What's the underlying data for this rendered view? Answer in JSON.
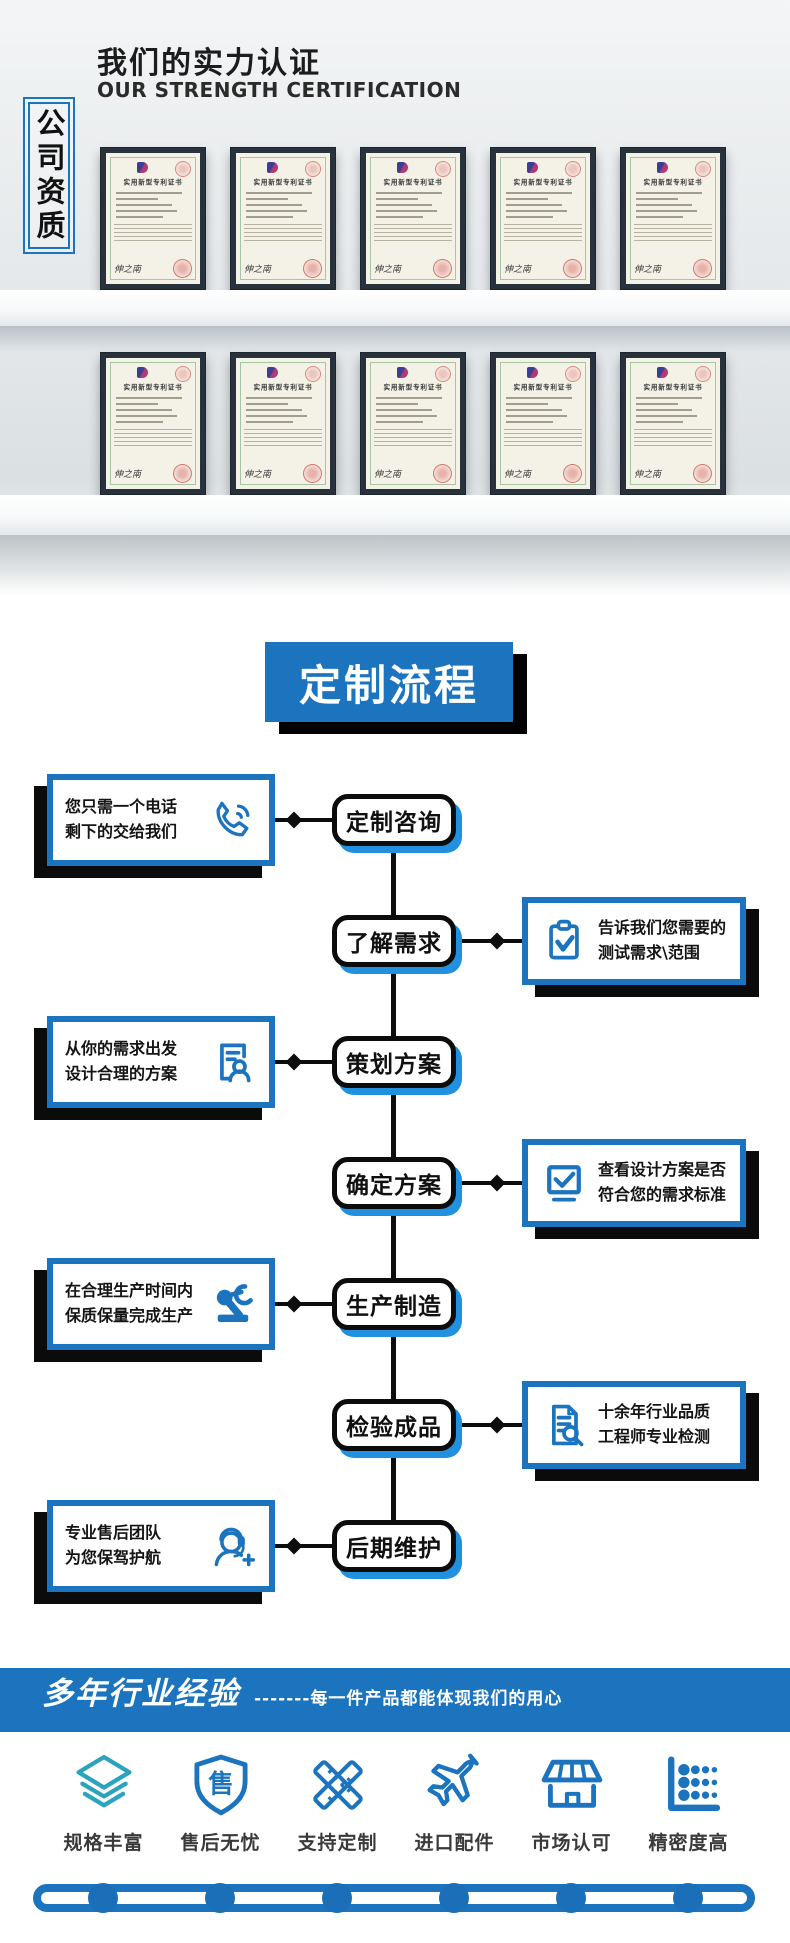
{
  "hero": {
    "title": "我们的实力认证",
    "subtitle": "OUR STRENGTH CERTIFICATION",
    "side_label": "公司资质",
    "certificate_title": "实用新型专利证书",
    "certificate_sign": "伸之南",
    "shelf_rows": 2,
    "certificates_per_row": 5
  },
  "process": {
    "banner": "定制流程",
    "steps": [
      {
        "label": "定制咨询",
        "side": "left",
        "icon": "phone-icon",
        "note_line1": "您只需一个电话",
        "note_line2": "剩下的交给我们"
      },
      {
        "label": "了解需求",
        "side": "right",
        "icon": "clipboard-check-icon",
        "note_line1": "告诉我们您需要的",
        "note_line2": "测试需求\\范围"
      },
      {
        "label": "策划方案",
        "side": "left",
        "icon": "document-person-icon",
        "note_line1": "从你的需求出发",
        "note_line2": "设计合理的方案"
      },
      {
        "label": "确定方案",
        "side": "right",
        "icon": "monitor-check-icon",
        "note_line1": "查看设计方案是否",
        "note_line2": "符合您的需求标准"
      },
      {
        "label": "生产制造",
        "side": "left",
        "icon": "robot-arm-icon",
        "note_line1": "在合理生产时间内",
        "note_line2": "保质保量完成生产"
      },
      {
        "label": "检验成品",
        "side": "right",
        "icon": "document-search-icon",
        "note_line1": "十余年行业品质",
        "note_line2": "工程师专业检测"
      },
      {
        "label": "后期维护",
        "side": "left",
        "icon": "headset-icon",
        "note_line1": "专业售后团队",
        "note_line2": "为您保驾护航"
      }
    ]
  },
  "footer": {
    "bar_title": "多年行业经验",
    "bar_note": "-------每一件产品都能体现我们的用心",
    "features": [
      {
        "label": "规格丰富",
        "icon": "layers-icon",
        "color": "#2ba3bd"
      },
      {
        "label": "售后无忧",
        "icon": "shield-icon",
        "badge_char": "售",
        "color": "#1b74bd"
      },
      {
        "label": "支持定制",
        "icon": "crossed-rulers-icon",
        "color": "#1b74bd"
      },
      {
        "label": "进口配件",
        "icon": "plane-icon",
        "color": "#1b74bd"
      },
      {
        "label": "市场认可",
        "icon": "store-icon",
        "color": "#1b74bd"
      },
      {
        "label": "精密度高",
        "icon": "dot-chart-icon",
        "color": "#1b74bd"
      }
    ],
    "timeline_dots": 6
  },
  "colors": {
    "primary_blue": "#1b74bd",
    "node_shadow_blue": "#2191df",
    "shadow_black": "#0c0c0c",
    "teal": "#2ba3bd",
    "wall_gray": "#e3e7ea"
  }
}
